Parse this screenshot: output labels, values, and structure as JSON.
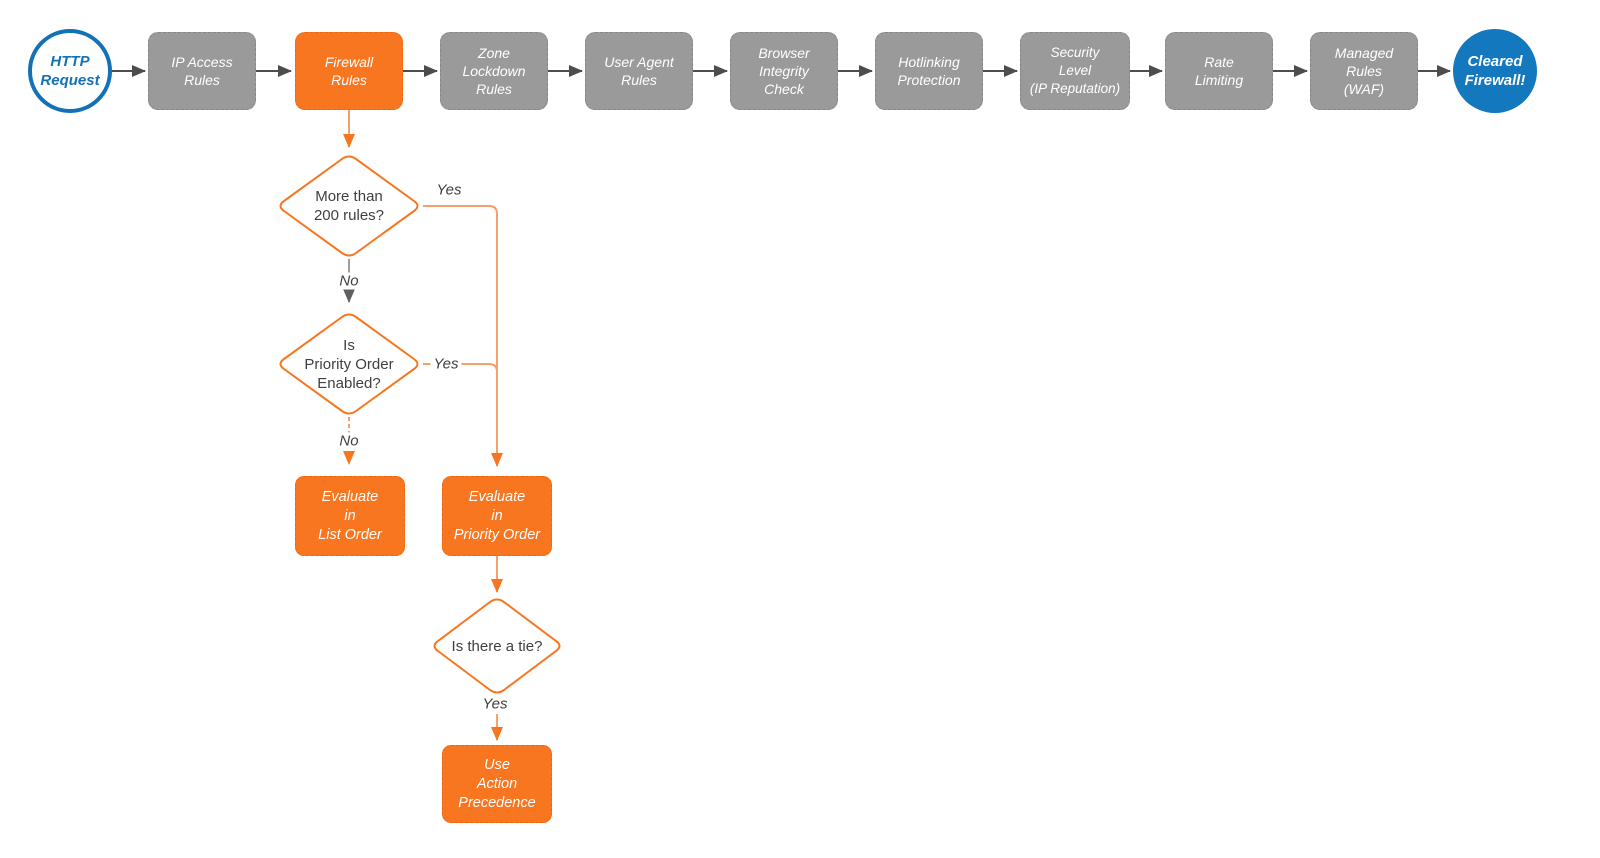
{
  "title": "Firewall request evaluation flowchart",
  "colors": {
    "accent_orange": "#F8761F",
    "light_orange_line": "#F5A06B",
    "step_gray": "#9A9A9A",
    "brand_blue": "#1478BE",
    "arrow_dark": "#4D4D4D",
    "text_dark": "#3F3F3F"
  },
  "pipeline": {
    "start_label": "HTTP\nRequest",
    "end_label": "Cleared\nFirewall!",
    "steps": [
      {
        "label": "IP Access\nRules",
        "variant": "gray"
      },
      {
        "label": "Firewall\nRules",
        "variant": "orange"
      },
      {
        "label": "Zone\nLockdown\nRules",
        "variant": "gray"
      },
      {
        "label": "User Agent\nRules",
        "variant": "gray"
      },
      {
        "label": "Browser\nIntegrity\nCheck",
        "variant": "gray"
      },
      {
        "label": "Hotlinking\nProtection",
        "variant": "gray"
      },
      {
        "label": "Security\nLevel\n(IP Reputation)",
        "variant": "gray"
      },
      {
        "label": "Rate\nLimiting",
        "variant": "gray"
      },
      {
        "label": "Managed\nRules\n(WAF)",
        "variant": "gray"
      }
    ]
  },
  "decision_flow": {
    "d1": {
      "question": "More than\n200 rules?",
      "yes_label": "Yes",
      "no_label": "No"
    },
    "d2": {
      "question": "Is\nPriority Order\nEnabled?",
      "yes_label": "Yes",
      "no_label": "No"
    },
    "d3": {
      "question": "Is there a tie?",
      "yes_label": "Yes"
    },
    "actions": {
      "list_order": "Evaluate\nin\nList Order",
      "priority_order": "Evaluate\nin\nPriority Order",
      "action_precedence": "Use\nAction\nPrecedence"
    }
  }
}
